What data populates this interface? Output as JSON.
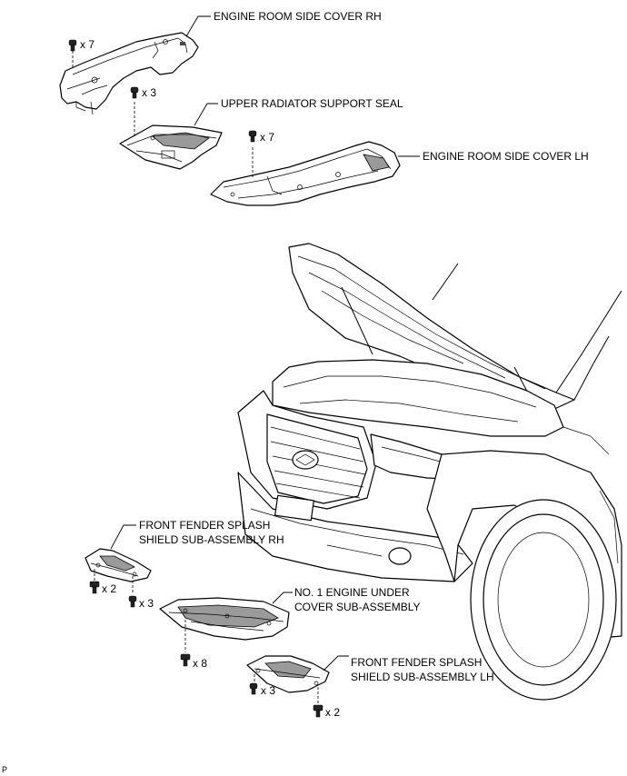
{
  "labels": {
    "engine_room_side_cover_rh": "ENGINE ROOM SIDE COVER RH",
    "upper_radiator_support_seal": "UPPER RADIATOR SUPPORT SEAL",
    "engine_room_side_cover_lh": "ENGINE ROOM SIDE COVER LH",
    "front_fender_splash_rh_line1": "FRONT FENDER SPLASH",
    "front_fender_splash_rh_line2": "SHIELD SUB-ASSEMBLY RH",
    "engine_under_cover_line1": "NO. 1 ENGINE UNDER",
    "engine_under_cover_line2": "COVER SUB-ASSEMBLY",
    "front_fender_splash_lh_line1": "FRONT FENDER SPLASH",
    "front_fender_splash_lh_line2": "SHIELD SUB-ASSEMBLY LH"
  },
  "fastener_counts": {
    "side_cover_rh_clips": "x 7",
    "radiator_seal_clips": "x 3",
    "side_cover_lh_clips": "x 7",
    "splash_rh_bolts": "x 2",
    "splash_rh_clips": "x 3",
    "under_cover_bolts": "x 8",
    "splash_lh_clips": "x 3",
    "splash_lh_bolts": "x 2"
  },
  "corner_mark": "P"
}
